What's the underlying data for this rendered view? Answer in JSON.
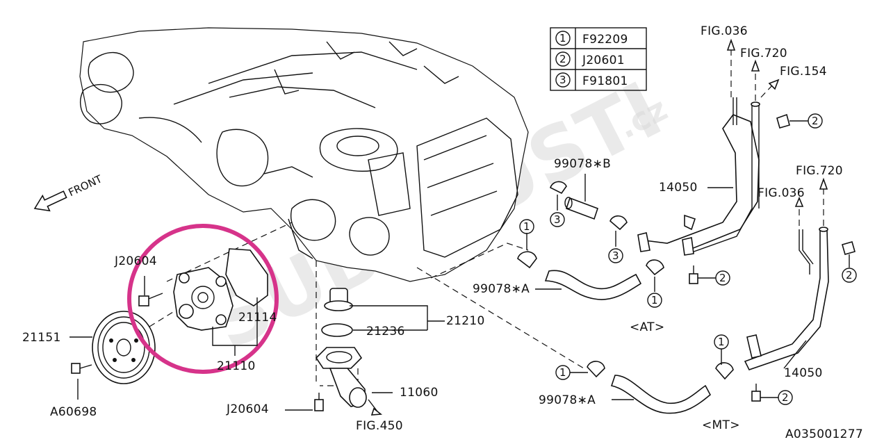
{
  "legend": [
    {
      "num": "1",
      "code": "F92209"
    },
    {
      "num": "2",
      "code": "J20601"
    },
    {
      "num": "3",
      "code": "F91801"
    }
  ],
  "front_label": "FRONT",
  "watermark": {
    "main": "SUBARUSTI",
    "suffix": ".cz"
  },
  "highlight_color": "#d6338a",
  "labels": {
    "j20604_top": "J20604",
    "p21151": "21151",
    "a60698": "A60698",
    "p21114": "21114",
    "p21110": "21110",
    "p21236": "21236",
    "p21210": "21210",
    "p11060": "11060",
    "j20604_bottom": "J20604",
    "fig450": "FIG.450",
    "p99078b": "99078∗B",
    "p99078a_at": "99078∗A",
    "p99078a_mt": "99078∗A",
    "at": "<AT>",
    "mt": "<MT>",
    "p14050_top": "14050",
    "p14050_bottom": "14050",
    "fig036_top": "FIG.036",
    "fig720_top": "FIG.720",
    "fig154": "FIG.154",
    "fig720_right": "FIG.720",
    "fig036_right": "FIG.036",
    "ref": "A035001277"
  },
  "callouts": {
    "c3": "3",
    "c2": "2",
    "c1": "1"
  }
}
